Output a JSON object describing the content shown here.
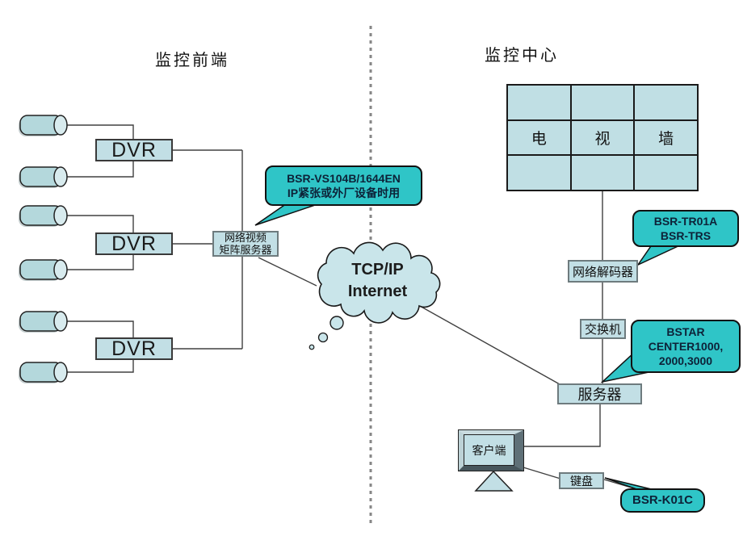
{
  "titles": {
    "left": "监控前端",
    "right": "监控中心"
  },
  "front_end": {
    "dvr_label": "DVR",
    "matrix_server_line1": "网络视频",
    "matrix_server_line2": "矩阵服务器"
  },
  "cloud": {
    "line1": "TCP/IP",
    "line2": "Internet"
  },
  "center": {
    "tv_wall": {
      "cells": [
        "电",
        "视",
        "墙"
      ]
    },
    "decoder_label": "网络解码器",
    "switch_label": "交换机",
    "server_label": "服务器",
    "client_label": "客户端",
    "keyboard_label": "键盘"
  },
  "callouts": {
    "matrix_line1": "BSR-VS104B/1644EN",
    "matrix_line2": "IP紧张或外厂设备时用",
    "decoder_line1": "BSR-TR01A",
    "decoder_line2": "BSR-TRS",
    "server_line1": "BSTAR",
    "server_line2": "CENTER1000,",
    "server_line3": "2000,3000",
    "keyboard_line1": "BSR-K01C"
  },
  "colors": {
    "box_fill": "#c2dfe5",
    "callout_fill": "#2fc5c7",
    "callout_text": "#0d2238",
    "line": "#404040",
    "divider": "#868686"
  }
}
